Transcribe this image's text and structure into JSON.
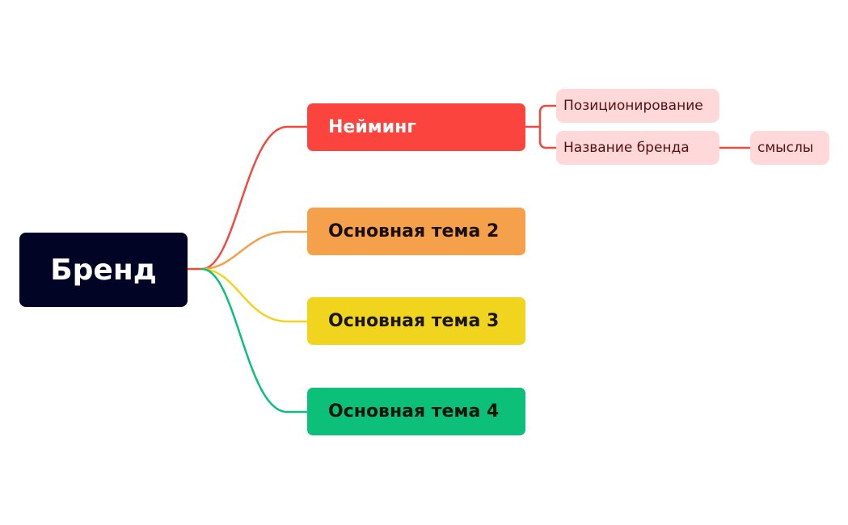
{
  "root": {
    "label": "Бренд",
    "color": "#020426",
    "text_color": "#FFFFFF"
  },
  "topics": [
    {
      "label": "Нейминг",
      "color": "#FA443D",
      "text_color": "#FFFFFF",
      "line_color": "#EE4A3F"
    },
    {
      "label": "Основная тема 2",
      "color": "#F5A04B",
      "text_color": "#1A0F05",
      "line_color": "#F5A04B"
    },
    {
      "label": "Основная тема 3",
      "color": "#F0D41E",
      "text_color": "#1A1705",
      "line_color": "#F0D41E"
    },
    {
      "label": "Основная тема 4",
      "color": "#0CC07A",
      "text_color": "#04170D",
      "line_color": "#0CC07A"
    }
  ],
  "subtopics": [
    {
      "label": "Позиционирование",
      "color": "#FFD9D9",
      "text_color": "#5A0E0E"
    },
    {
      "label": "Название бренда",
      "color": "#FFD9D9",
      "text_color": "#5A0E0E"
    },
    {
      "label": "смыслы",
      "color": "#FFD9D9",
      "text_color": "#5A0E0E"
    }
  ]
}
